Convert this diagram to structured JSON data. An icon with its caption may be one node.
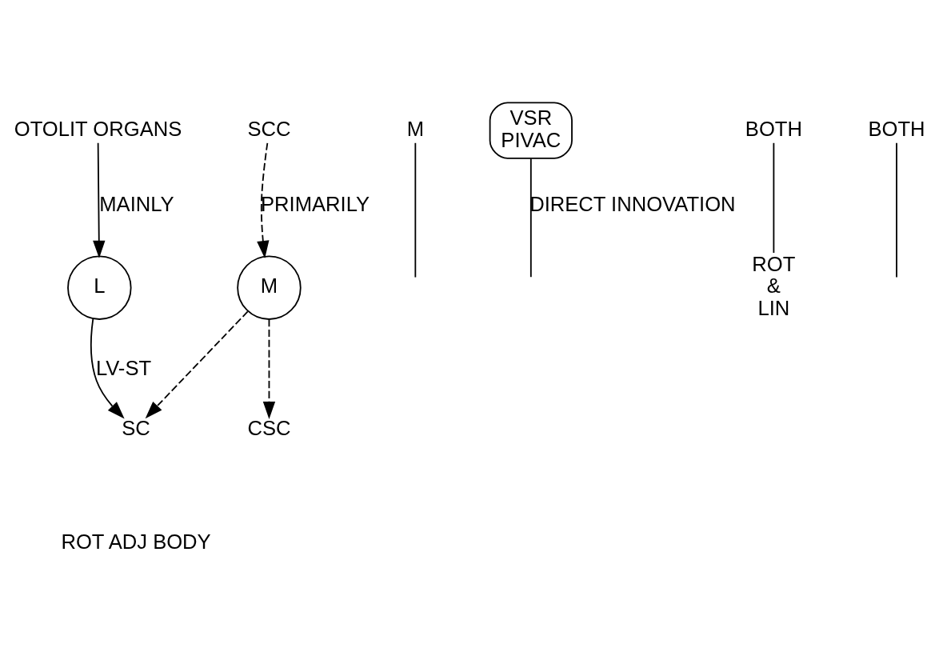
{
  "diagram": {
    "nodes": [
      {
        "text": [
          "M"
        ]
      },
      {
        "text": [
          "L"
        ]
      },
      {
        "text": [
          "SCC"
        ]
      },
      {
        "text": [
          "OTOLIT ORGANS"
        ]
      },
      {
        "text": [
          "M"
        ]
      },
      {
        "text": [
          "CSC"
        ]
      },
      {
        "text": [
          "SC"
        ]
      },
      {
        "text": [
          "VSR",
          "PIVAC"
        ]
      },
      {
        "text": [
          "ROT",
          "&",
          "LIN"
        ]
      },
      {
        "text": [
          "BOTH"
        ]
      },
      {
        "text": [
          "BOTH"
        ]
      }
    ],
    "edges": [
      {
        "from": 2,
        "to": 0,
        "arrow": "to",
        "style": "dashed",
        "label": "PRIMARILY"
      },
      {
        "from": 3,
        "to": 1,
        "arrow": "to",
        "label": "MAINLY"
      },
      {
        "from": 0,
        "to": 5,
        "arrow": "to",
        "style": "dashed"
      },
      {
        "from": 0,
        "to": 6,
        "arrow": "to",
        "style": "dashed"
      },
      {
        "from": 1,
        "to": 6,
        "arrow": "to",
        "label": "LV-ST"
      },
      {
        "from": 4,
        "to": null,
        "arrow": "none"
      },
      {
        "from": 10,
        "to": null,
        "arrow": "none"
      },
      {
        "from": 9,
        "to": 8,
        "arrow": "none"
      },
      {
        "from": 7,
        "to": null,
        "arrow": "none",
        "label": "DIRECT INNOVATION"
      }
    ],
    "labels": [
      "ROT ADJ BODY"
    ]
  }
}
